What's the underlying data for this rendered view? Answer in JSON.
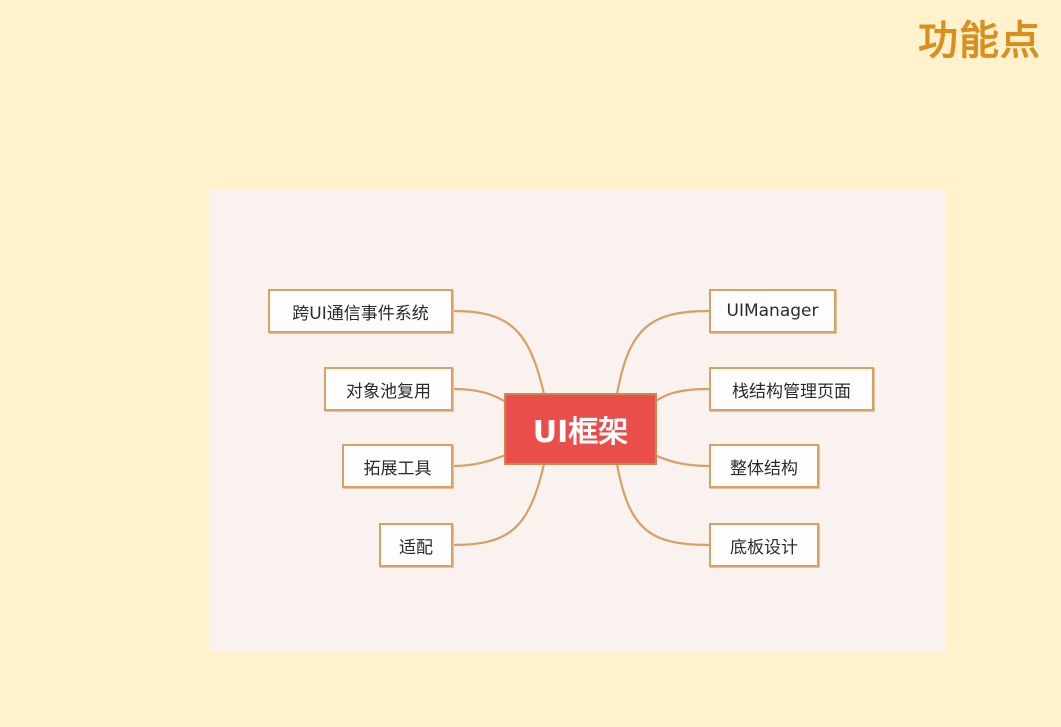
{
  "title": "功能点",
  "mindmap": {
    "center": "UI框架",
    "left_branches": [
      {
        "label": "跨UI通信事件系统"
      },
      {
        "label": "对象池复用"
      },
      {
        "label": "拓展工具"
      },
      {
        "label": "适配"
      }
    ],
    "right_branches": [
      {
        "label": "UIManager"
      },
      {
        "label": "栈结构管理页面"
      },
      {
        "label": "整体结构"
      },
      {
        "label": "底板设计"
      }
    ]
  },
  "colors": {
    "page_background": "#fff2cc",
    "canvas_background": "#faf2ee",
    "title": "#d98e1e",
    "center_fill": "#e94e4b",
    "connector": "#d6a066"
  }
}
